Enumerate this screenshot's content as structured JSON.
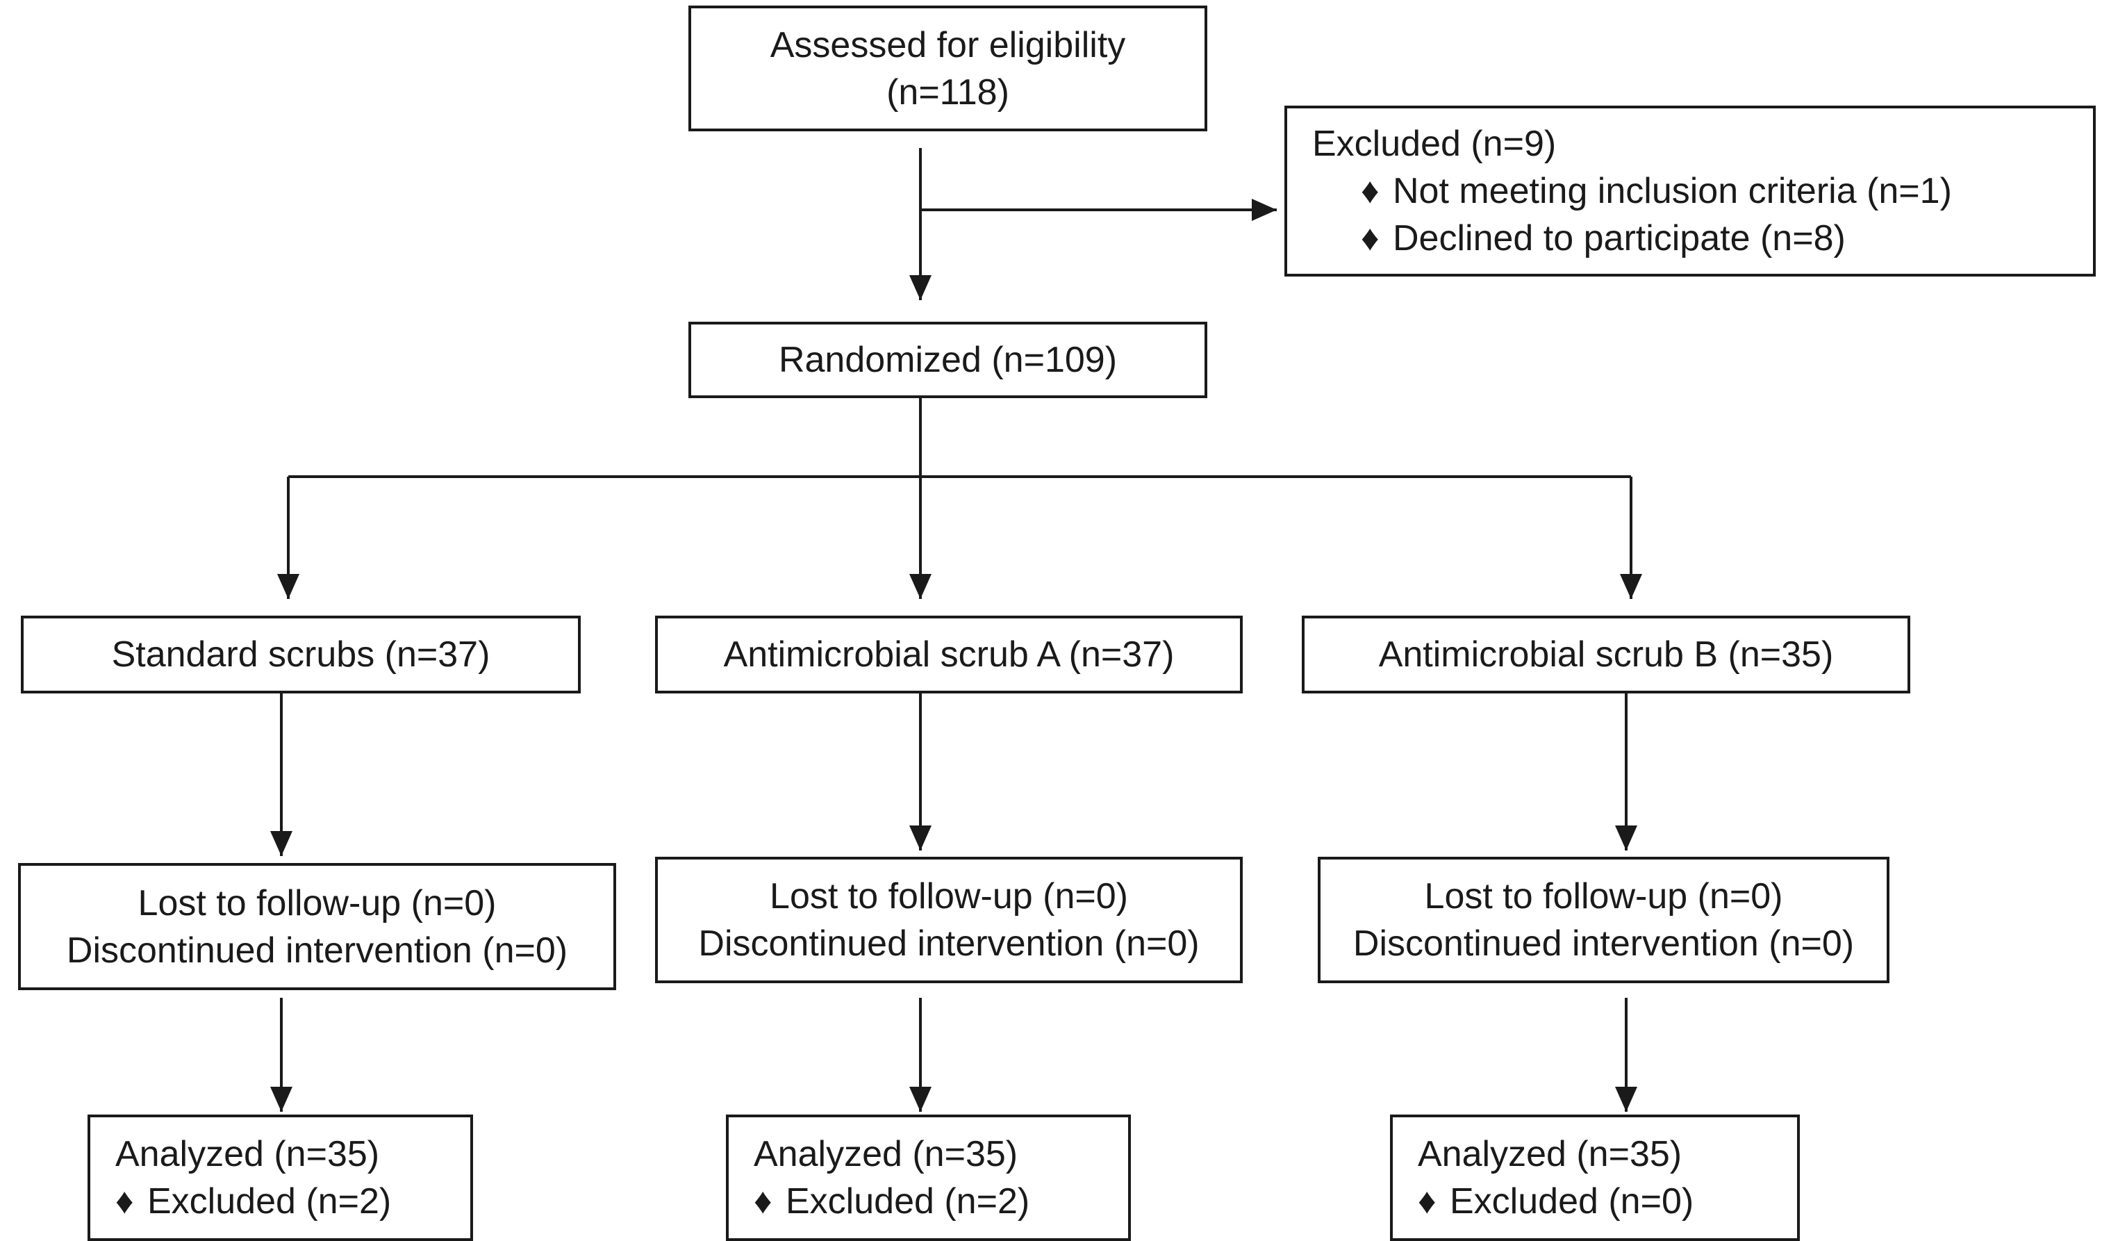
{
  "bullet_glyph": "♦",
  "enrollment": {
    "assessed": {
      "line1": "Assessed for eligibility",
      "line2": "(n=118)"
    },
    "excluded": {
      "title": "Excluded (n=9)",
      "items": [
        "Not meeting inclusion criteria (n=1)",
        "Declined to participate (n=8)"
      ]
    },
    "randomized": "Randomized (n=109)"
  },
  "arms": [
    {
      "allocation": "Standard scrubs (n=37)",
      "follow_up": [
        "Lost to follow-up (n=0)",
        "Discontinued intervention (n=0)"
      ],
      "analysis": {
        "analyzed": "Analyzed (n=35)",
        "excluded": "Excluded (n=2)"
      }
    },
    {
      "allocation": "Antimicrobial scrub A (n=37)",
      "follow_up": [
        "Lost to follow-up (n=0)",
        "Discontinued intervention (n=0)"
      ],
      "analysis": {
        "analyzed": "Analyzed (n=35)",
        "excluded": "Excluded (n=2)"
      }
    },
    {
      "allocation": "Antimicrobial scrub B (n=35)",
      "follow_up": [
        "Lost to follow-up (n=0)",
        "Discontinued intervention (n=0)"
      ],
      "analysis": {
        "analyzed": "Analyzed (n=35)",
        "excluded": "Excluded (n=0)"
      }
    }
  ]
}
